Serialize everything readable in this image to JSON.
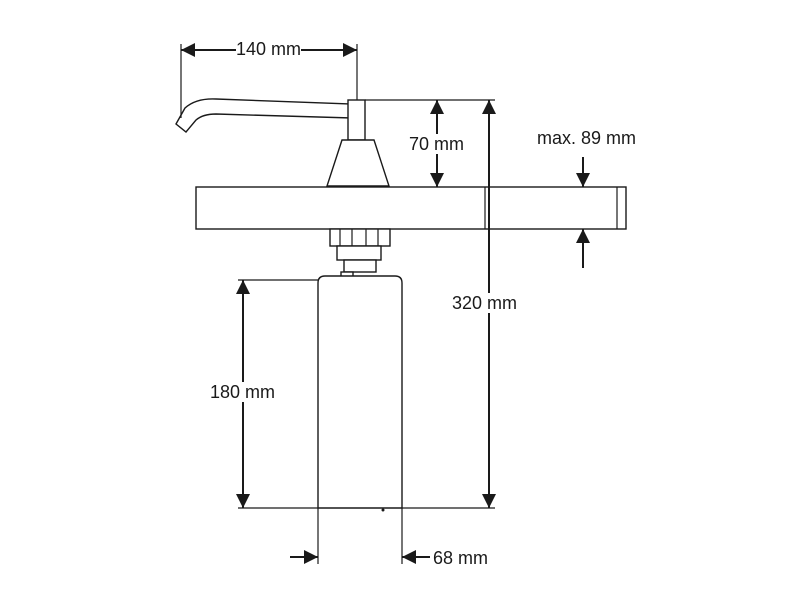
{
  "dimensions": {
    "spout_reach": "140 mm",
    "pump_height_above_counter": "70 mm",
    "max_counter_thickness": "max. 89 mm",
    "total_height": "320 mm",
    "bottle_height": "180 mm",
    "bottle_diameter": "68 mm"
  }
}
